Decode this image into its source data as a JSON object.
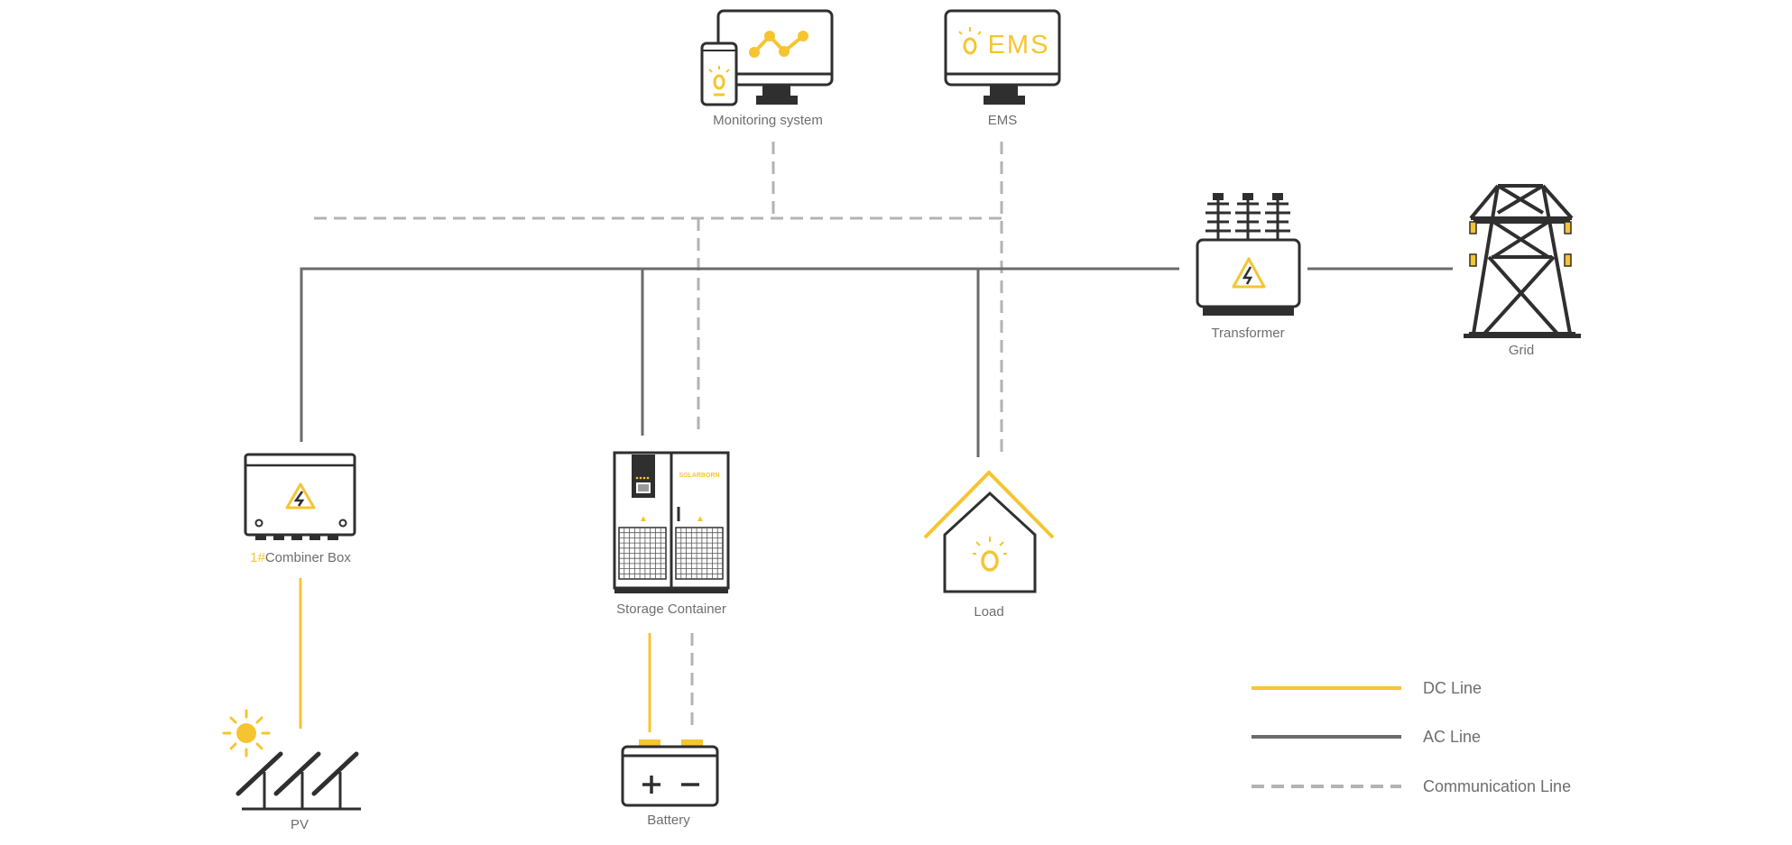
{
  "colors": {
    "dc_line": "#f5c531",
    "ac_line": "#6b6b6b",
    "comm_line": "#b3b3b3",
    "outline": "#2f2f2f",
    "accent": "#f5c531",
    "label": "#6e6e6e"
  },
  "nodes": {
    "monitoring": {
      "label": "Monitoring system",
      "icon": "monitoring-system-icon"
    },
    "ems": {
      "label": "EMS",
      "screen_text": "EMS",
      "icon": "ems-monitor-icon"
    },
    "transformer": {
      "label": "Transformer",
      "icon": "transformer-icon"
    },
    "grid": {
      "label": "Grid",
      "icon": "power-tower-icon"
    },
    "combiner": {
      "label_prefix": "1#",
      "label": "Combiner Box",
      "icon": "combiner-box-icon"
    },
    "storage": {
      "label": "Storage Container",
      "brand": "SOLARBORN",
      "icon": "storage-container-icon"
    },
    "load": {
      "label": "Load",
      "icon": "house-icon"
    },
    "pv": {
      "label": "PV",
      "icon": "solar-panel-icon"
    },
    "battery": {
      "label": "Battery",
      "icon": "battery-icon"
    }
  },
  "legend": [
    {
      "label": "DC Line",
      "style": "dc"
    },
    {
      "label": "AC Line",
      "style": "ac"
    },
    {
      "label": "Communication Line",
      "style": "comm"
    }
  ]
}
